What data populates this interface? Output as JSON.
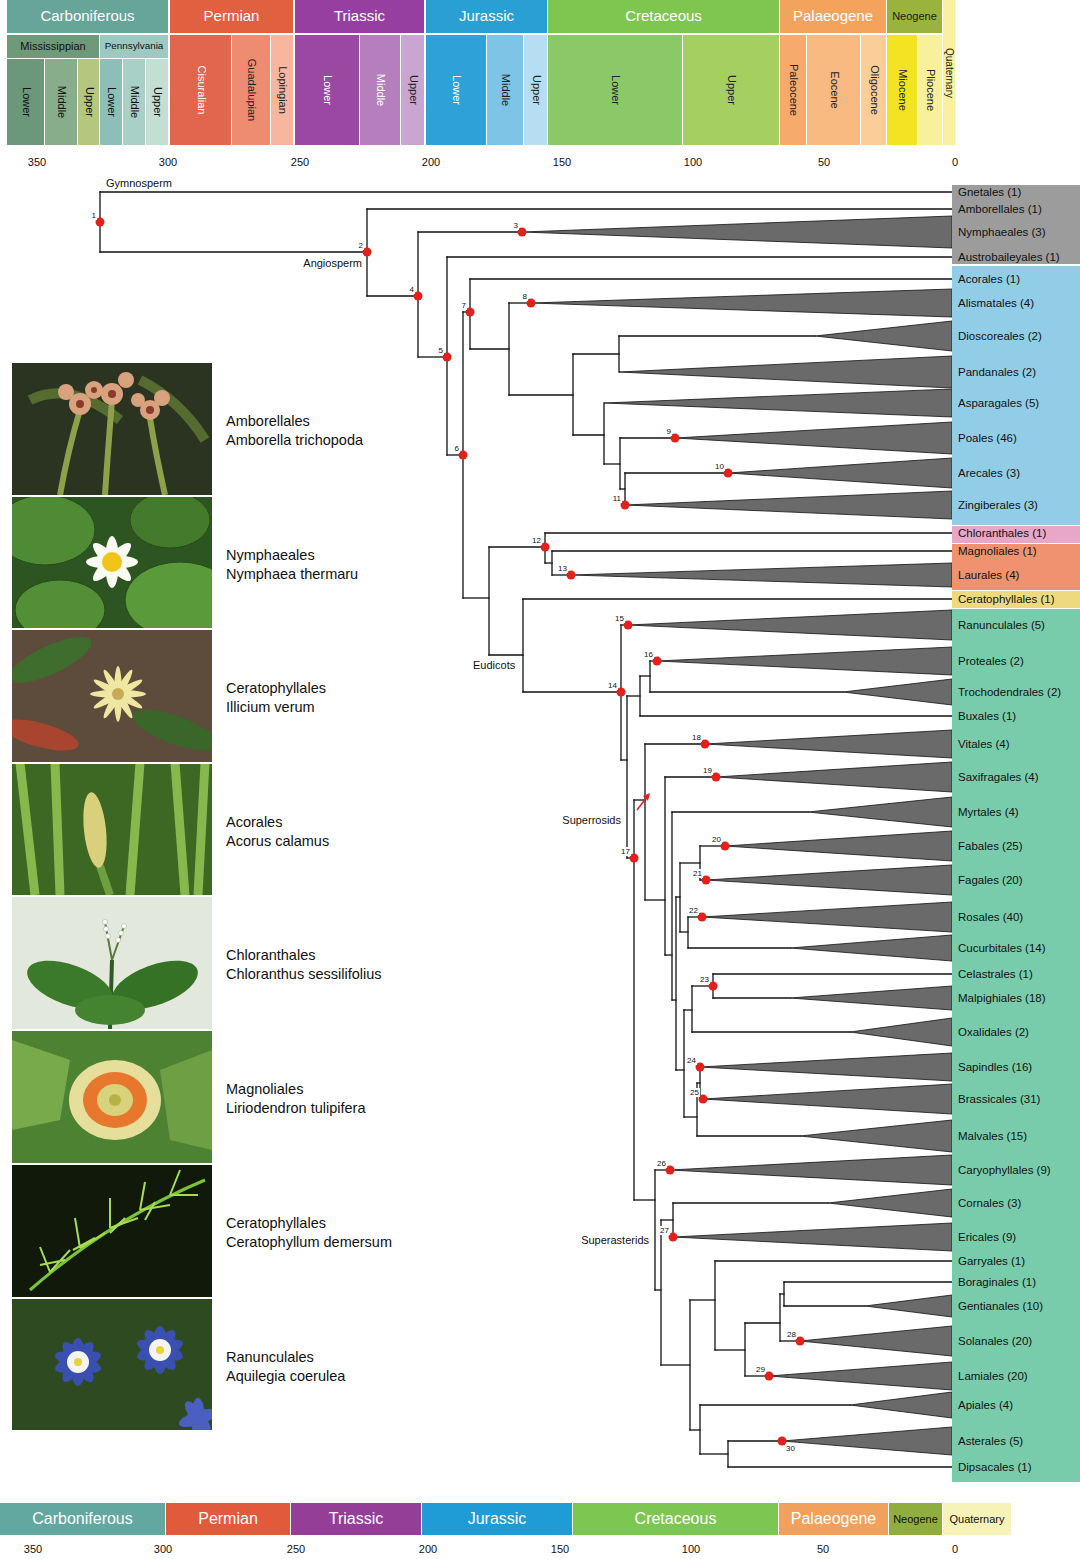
{
  "diagram": {
    "nodes": [
      {
        "text": [
          "Carboniferous"
        ]
      },
      {
        "text": [
          "Permian"
        ]
      },
      {
        "text": [
          "Triassic"
        ]
      },
      {
        "text": [
          "Jurassic"
        ]
      },
      {
        "text": [
          "Cretaceous"
        ]
      },
      {
        "text": [
          "Palaeogene"
        ]
      },
      {
        "text": [
          "Neogene"
        ]
      },
      {
        "text": [
          "Quaternary"
        ]
      },
      {
        "text": [
          "Mississippian"
        ]
      },
      {
        "text": [
          "Pennsylvania"
        ]
      },
      {
        "text": [
          "Lower"
        ]
      },
      {
        "text": [
          "Middle"
        ]
      },
      {
        "text": [
          "Upper"
        ]
      },
      {
        "text": [
          "Lower"
        ]
      },
      {
        "text": [
          "Middle"
        ]
      },
      {
        "text": [
          "Upper"
        ]
      },
      {
        "text": [
          "Cisuralian"
        ]
      },
      {
        "text": [
          "Guadalupian"
        ]
      },
      {
        "text": [
          "Lopingian"
        ]
      },
      {
        "text": [
          "Lower"
        ]
      },
      {
        "text": [
          "Middle"
        ]
      },
      {
        "text": [
          "Upper"
        ]
      },
      {
        "text": [
          "Lower"
        ]
      },
      {
        "text": [
          "Middle"
        ]
      },
      {
        "text": [
          "Upper"
        ]
      },
      {
        "text": [
          "Lower"
        ]
      },
      {
        "text": [
          "Upper"
        ]
      },
      {
        "text": [
          "Paleocene"
        ]
      },
      {
        "text": [
          "Eocene"
        ]
      },
      {
        "text": [
          "Oligocene"
        ]
      },
      {
        "text": [
          "Miocene"
        ]
      },
      {
        "text": [
          "Pliocene"
        ]
      },
      {
        "text": [
          "Gnetales (1)",
          "Amborellales (1)",
          "Nymphaeales (3)",
          "Austrobaileyales (1)"
        ]
      },
      {
        "text": [
          "Acorales (1)",
          "Alismatales (4)",
          "Dioscoreales (2)",
          "Pandanales (2)",
          "Asparagales (5)",
          "Poales (46)",
          "Arecales (3)",
          "Zingiberales (3)"
        ]
      },
      {
        "text": [
          "Chloranthales (1)"
        ]
      },
      {
        "text": [
          "Magnoliales (1)",
          "Laurales (4)"
        ]
      },
      {
        "text": [
          "Ceratophyllales (1)"
        ]
      },
      {
        "text": [
          "Ranunculales (5)",
          "Proteales (2)",
          "Trochodendrales (2)",
          "Buxales (1)",
          "Vitales (4)",
          "Saxifragales (4)",
          "Myrtales (4)",
          "Fabales (25)",
          "Fagales (20)",
          "Rosales (40)",
          "Cucurbitales (14)",
          "Celastrales (1)",
          "Malpighiales (18)",
          "Oxalidales (2)",
          "Sapindles (16)",
          "Brassicales (31)",
          "Malvales (15)",
          "Caryophyllales (9)",
          "Cornales (3)",
          "Ericales (9)",
          "Garryales (1)",
          "Boraginales (1)",
          "Gentianales (10)",
          "Solanales (20)",
          "Lamiales (20)",
          "Apiales (4)",
          "Asterales (5)",
          "Dipsacales (1)"
        ]
      },
      {
        "text": [
          "Carboniferous"
        ]
      },
      {
        "text": [
          "Permian"
        ]
      },
      {
        "text": [
          "Triassic"
        ]
      },
      {
        "text": [
          "Jurassic"
        ]
      },
      {
        "text": [
          "Cretaceous"
        ]
      },
      {
        "text": [
          "Palaeogene"
        ]
      },
      {
        "text": [
          "Neogene"
        ]
      },
      {
        "text": [
          "Quaternary"
        ]
      }
    ],
    "labels": [
      "350",
      "300",
      "250",
      "200",
      "150",
      "100",
      "50",
      "0",
      "Gymnosperm",
      "Angiosperm",
      "Eudicots",
      "Superrosids",
      "Superasterids",
      "1",
      "2",
      "3",
      "4",
      "5",
      "6",
      "7",
      "8",
      "9",
      "10",
      "11",
      "12",
      "13",
      "14",
      "15",
      "16",
      "17",
      "18",
      "19",
      "20",
      "21",
      "22",
      "23",
      "24",
      "25",
      "26",
      "27",
      "28",
      "29",
      "30",
      "Amborellales",
      "Amborella trichopoda",
      "Nymphaeales",
      "Nymphaea thermaru",
      "Ceratophyllales",
      "Illicium verum",
      "Acorales",
      "Acorus calamus",
      "Chloranthales",
      "Chloranthus sessilifolius",
      "Magnoliales",
      "Liriodendron tulipifera",
      "Ceratophyllales",
      "Ceratophyllum demersum",
      "Ranunculales",
      "Aquilegia coerulea",
      "350",
      "300",
      "250",
      "200",
      "150",
      "100",
      "50",
      "0"
    ]
  }
}
